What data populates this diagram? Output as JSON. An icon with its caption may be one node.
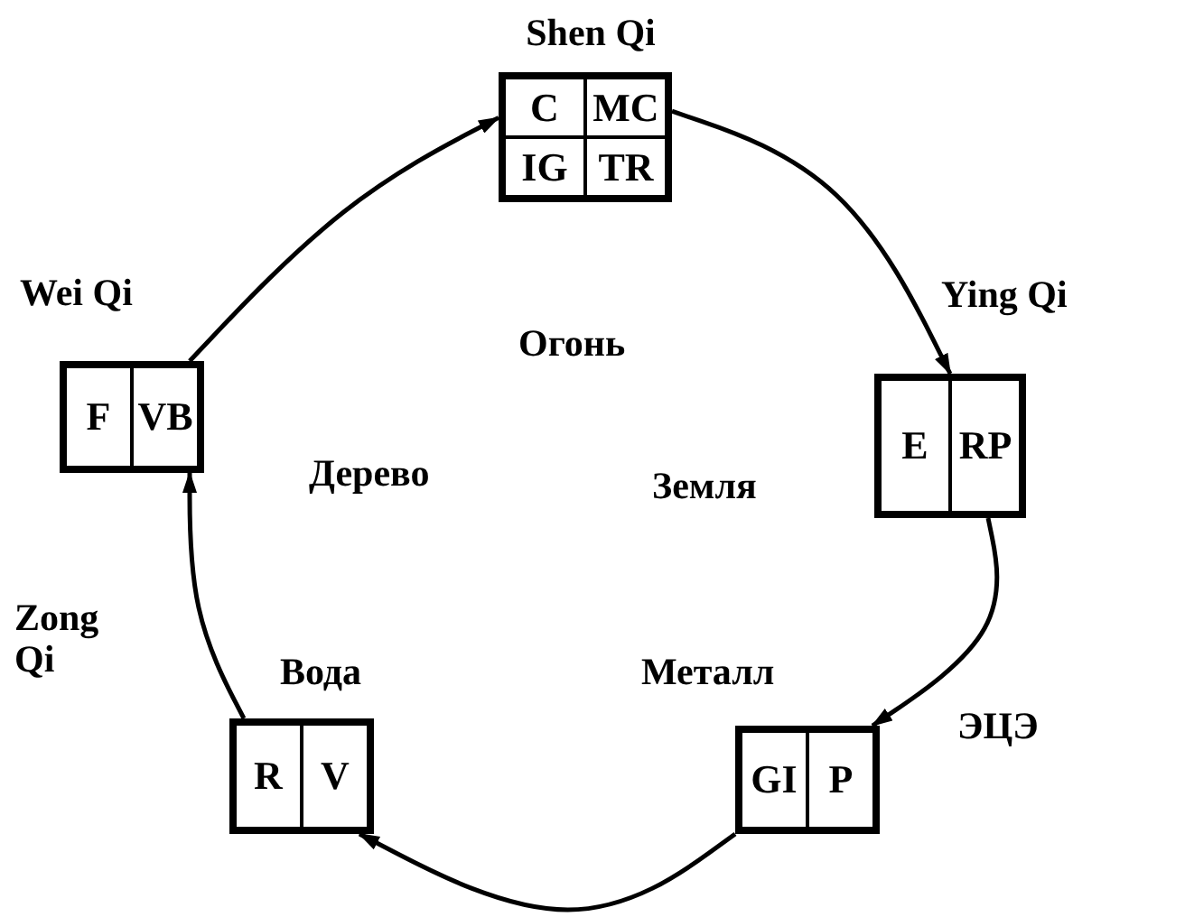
{
  "diagram": {
    "nodes": [
      {
        "text": [
          "Shen Qi"
        ],
        "beside": [
          "Огонь"
        ]
      },
      {
        "text": [
          "C"
        ],
        "in": 0
      },
      {
        "text": [
          "MC"
        ],
        "in": 0
      },
      {
        "text": [
          "IG"
        ],
        "in": 0
      },
      {
        "text": [
          "TR"
        ],
        "in": 0
      },
      {
        "text": [
          "Ying Qi"
        ],
        "beside": [
          "Земля"
        ]
      },
      {
        "text": [
          "E"
        ],
        "in": 5
      },
      {
        "text": [
          "RP"
        ],
        "in": 5
      },
      {
        "text": [
          "ЭЦЭ"
        ],
        "beside": [
          "Металл"
        ]
      },
      {
        "text": [
          "GI"
        ],
        "in": 8
      },
      {
        "text": [
          "P"
        ],
        "in": 8
      },
      {
        "text": [
          "Zong Qi"
        ],
        "beside": [
          "Вода"
        ]
      },
      {
        "text": [
          "R"
        ],
        "in": 11
      },
      {
        "text": [
          "V"
        ],
        "in": 11
      },
      {
        "text": [
          "Wei Qi"
        ],
        "beside": [
          "Дерево"
        ]
      },
      {
        "text": [
          "F"
        ],
        "in": 14
      },
      {
        "text": [
          "VB"
        ],
        "in": 14
      }
    ],
    "edges": [
      {
        "from": 0,
        "to": 5,
        "arrow": "to"
      },
      {
        "from": 5,
        "to": 8,
        "arrow": "to"
      },
      {
        "from": 8,
        "to": 11,
        "arrow": "to"
      },
      {
        "from": 11,
        "to": 14,
        "arrow": "to"
      },
      {
        "from": 14,
        "to": 0,
        "arrow": "to"
      }
    ]
  }
}
